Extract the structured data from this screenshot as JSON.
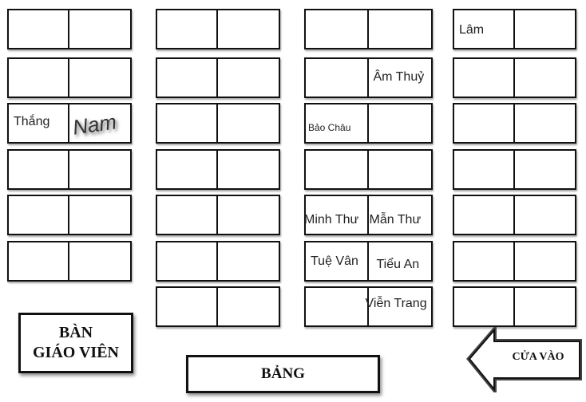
{
  "seating": {
    "columns": [
      {
        "rows": [
          {
            "left": "",
            "right": ""
          },
          {
            "left": "",
            "right": ""
          },
          {
            "left": "Thắng",
            "right": "Nam"
          },
          {
            "left": "",
            "right": ""
          },
          {
            "left": "",
            "right": ""
          },
          {
            "left": "",
            "right": ""
          }
        ]
      },
      {
        "rows": [
          {
            "left": "",
            "right": ""
          },
          {
            "left": "",
            "right": ""
          },
          {
            "left": "",
            "right": ""
          },
          {
            "left": "",
            "right": ""
          },
          {
            "left": "",
            "right": ""
          },
          {
            "left": "",
            "right": ""
          },
          {
            "left": "",
            "right": ""
          }
        ]
      },
      {
        "rows": [
          {
            "left": "",
            "right": ""
          },
          {
            "left": "",
            "right": "Âm Thuỷ"
          },
          {
            "left": "Bảo Châu",
            "right": ""
          },
          {
            "left": "",
            "right": ""
          },
          {
            "left": "Minh Thư",
            "right": "Mẫn Thư"
          },
          {
            "left": "Tuệ Vân",
            "right": "Tiểu An"
          },
          {
            "left": "",
            "right": "Viễn Trang"
          }
        ]
      },
      {
        "rows": [
          {
            "left": "Lâm",
            "right": ""
          },
          {
            "left": "",
            "right": ""
          },
          {
            "left": "",
            "right": ""
          },
          {
            "left": "",
            "right": ""
          },
          {
            "left": "",
            "right": ""
          },
          {
            "left": "",
            "right": ""
          },
          {
            "left": "",
            "right": ""
          }
        ]
      }
    ]
  },
  "teacher_desk": {
    "line1": "BÀN",
    "line2": "GIÁO VIÊN"
  },
  "board": {
    "label": "BẢNG"
  },
  "entrance": {
    "label": "CỬA VÀO"
  }
}
